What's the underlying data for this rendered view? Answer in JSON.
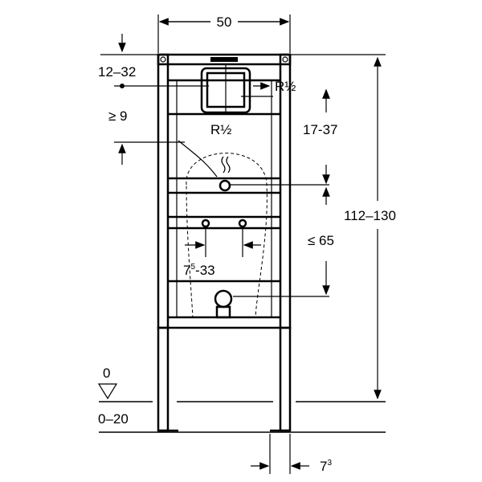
{
  "dimensions": {
    "width": "50",
    "top_offset": "12–32",
    "min_height": "≥ 9",
    "supply_right": "R½",
    "supply_center": "R½",
    "range_17_37": "17-37",
    "total_height": "112–130",
    "max_65": "≤ 65",
    "spacing_base": "7",
    "spacing_sup": "5",
    "spacing_rest": "-33",
    "floor_zero": "0",
    "floor_range": "0–20",
    "leg_base": "7",
    "leg_sup": "3"
  }
}
